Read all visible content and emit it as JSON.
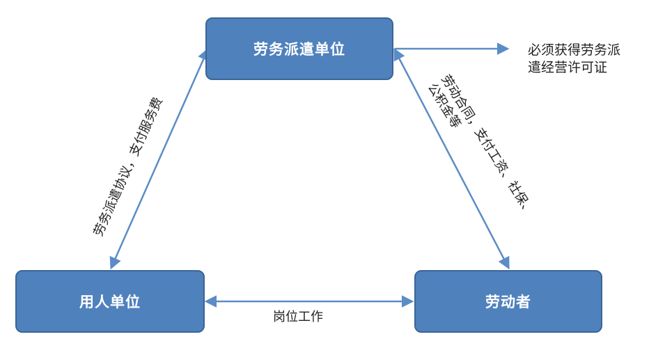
{
  "diagram": {
    "nodes": {
      "dispatch_agency": "劳务派遣单位",
      "employer": "用人单位",
      "worker": "劳动者"
    },
    "edges": {
      "agency_employer": "劳务派遣协议，支付服务费",
      "agency_worker_line1": "劳动合同，支付工资、社保、",
      "agency_worker_line2": "公积金等",
      "employer_worker": "岗位工作",
      "agency_license": "必须获得劳务派遣经营许可证"
    },
    "colors": {
      "node_fill": "#4f81bd",
      "node_border": "#3a6595",
      "arrow": "#5b8cc6",
      "text": "#222222"
    }
  }
}
